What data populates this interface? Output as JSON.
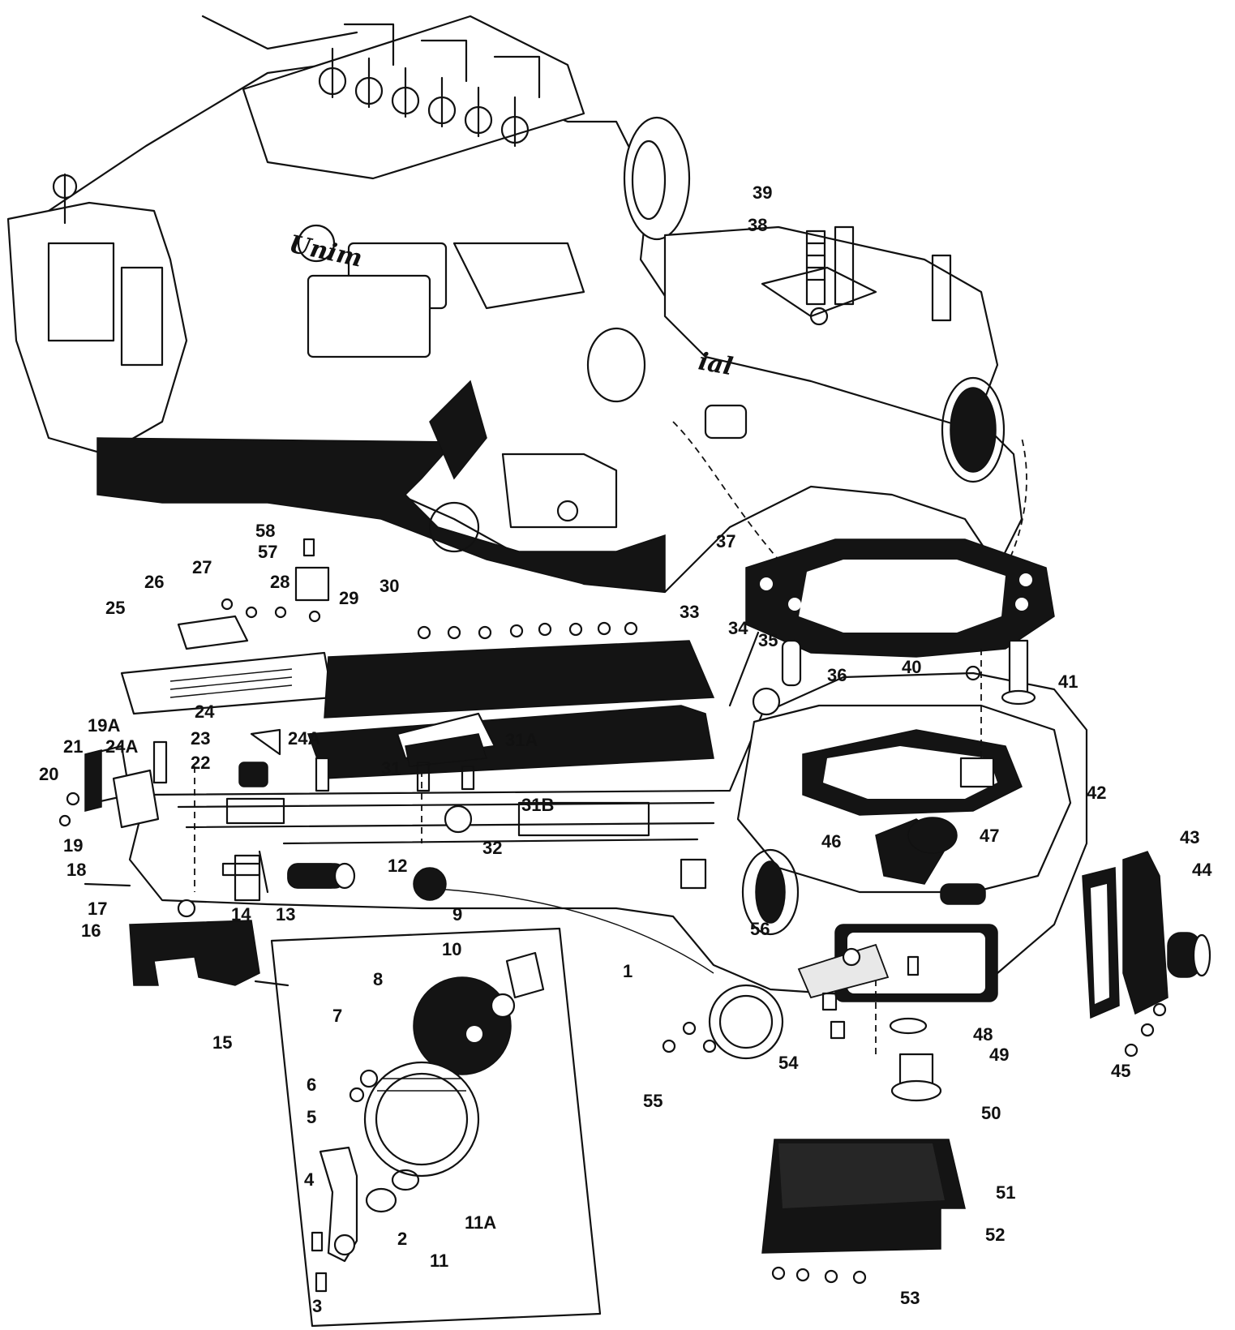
{
  "diagram": {
    "brand_text": "Unim",
    "brand_text_2": "ial",
    "callouts": [
      "1",
      "2",
      "3",
      "4",
      "5",
      "6",
      "7",
      "8",
      "9",
      "10",
      "11",
      "11A",
      "12",
      "13",
      "14",
      "15",
      "16",
      "17",
      "18",
      "19",
      "19A",
      "20",
      "21",
      "22",
      "23",
      "24",
      "24A",
      "24A",
      "25",
      "26",
      "27",
      "28",
      "29",
      "30",
      "31",
      "31A",
      "31B",
      "32",
      "33",
      "34",
      "35",
      "36",
      "37",
      "38",
      "39",
      "40",
      "41",
      "42",
      "43",
      "44",
      "45",
      "46",
      "47",
      "48",
      "49",
      "50",
      "51",
      "52",
      "53",
      "54",
      "55",
      "56",
      "57",
      "58"
    ]
  }
}
